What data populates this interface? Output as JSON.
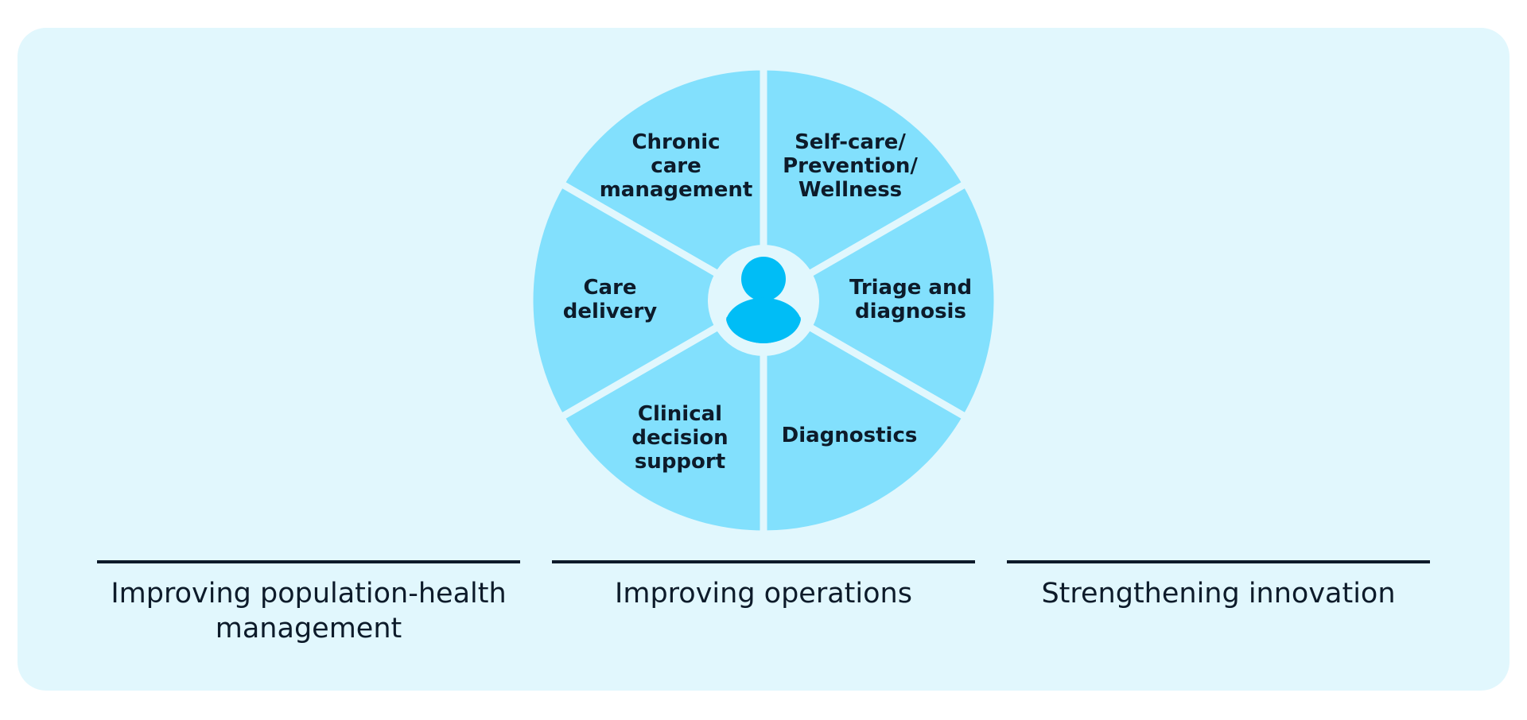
{
  "wheel": {
    "segments": [
      {
        "label": "Chronic\ncare\nmanagement"
      },
      {
        "label": "Self-care/\nPrevention/\nWellness"
      },
      {
        "label": "Triage and\ndiagnosis"
      },
      {
        "label": "Diagnostics"
      },
      {
        "label": "Clinical\ndecision\nsupport"
      },
      {
        "label": "Care\ndelivery"
      }
    ],
    "center_icon": "person-icon",
    "colors": {
      "segment": "#82e0fd",
      "hub": "#e1f7fd",
      "icon": "#00bdf6",
      "background": "#e1f7fd"
    }
  },
  "goals": [
    {
      "label": "Improving population-health management"
    },
    {
      "label": "Improving operations"
    },
    {
      "label": "Strengthening innovation"
    }
  ]
}
